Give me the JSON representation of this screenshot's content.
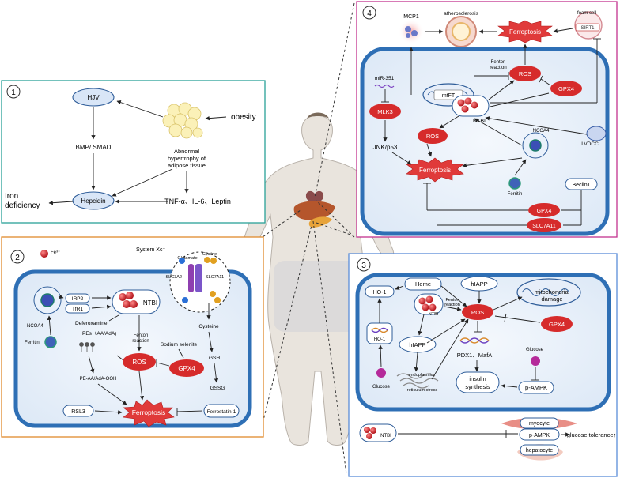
{
  "panel1": {
    "number": "1",
    "hjv": "HJV",
    "bmp_smad": "BMP/ SMAD",
    "obesity": "obesity",
    "adipose_line1": "Abnormal",
    "adipose_line2": "hypertrophy of",
    "adipose_line3": "adipose tissue",
    "hepcidin": "Hepcidin",
    "tnf": "TNF-α、IL-6、Leptin",
    "iron_line1": "Iron",
    "iron_line2": "deficiency"
  },
  "panel2": {
    "number": "2",
    "fe_legend": "Fe³⁺",
    "system_xc": "System Xc⁻",
    "glutamate": "Glutamate",
    "cystine": "Cystine",
    "slc3a2": "SLC3A2",
    "slc7a11": "SLC7A11",
    "irp2": "IRP2",
    "tfr1": "TfR1",
    "ntbi": "NTBI",
    "deferoxamine": "Deferoxamine",
    "ncoa4": "NCOA4",
    "ferritin": "Ferritin",
    "pes": "PEs（AA/AdA)",
    "fenton_line1": "Fenton",
    "fenton_line2": "reaction",
    "cysteine": "Cysteine",
    "sodium_selenite": "Sodium selenite",
    "gsh": "GSH",
    "ros": "ROS",
    "gpx4": "GPX4",
    "pe_oh": "PE-AA/AdA-OOH",
    "gssg": "GSSG",
    "rsl3": "RSL3",
    "ferroptosis": "Ferroptosis",
    "ferrostatin": "Ferrostatin-1"
  },
  "panel3": {
    "number": "3",
    "heme": "Heme",
    "hiapp_top": "hIAPP",
    "ho1_box": "HO-1",
    "ho1_label": "HO-1",
    "ntbi": "NTBI",
    "fenton_line1": "Fenton",
    "fenton_line2": "reaction",
    "ros": "ROS",
    "mito_line1": "mitochondrial",
    "mito_line2": "damage",
    "gpx4": "GPX4",
    "hiapp_mid": "hIAPP",
    "pdx1": "PDX1、MafA",
    "glucose_right": "Glucose",
    "glucose_left": "Glucose",
    "er_line1": "endoplasmic",
    "er_line2": "reticulum stress",
    "insulin_line1": "insulin",
    "insulin_line2": "synthesis",
    "pampk_cell": "p-AMPK",
    "myocyte": "myocyte",
    "ntbi_bottom": "NTBI",
    "pampk_bottom": "p-AMPK",
    "glucose_tolerance": "glucose tolerance↑",
    "hepatocyte": "hepatocyte"
  },
  "panel4": {
    "number": "4",
    "mcp1": "MCP1",
    "atherosclerosis": "atherosclerosis",
    "ferroptosis_top": "Ferroptosis",
    "foam_line1": "foam cell",
    "sirt1": "SIRT1",
    "fenton_line1": "Fenton",
    "fenton_line2": "reaction",
    "mtft": "mtFT",
    "ros_top": "ROS",
    "mir351": "miR-351",
    "gpx4_top": "GPX4",
    "ntbi": "NTBI",
    "mlk3": "MLK3",
    "ros_mid": "ROS",
    "jnk": "JNK/p53",
    "ncoa4": "NCOA4",
    "lvdcc": "LVDCC",
    "ferroptosis": "Ferroptosis",
    "ferritin": "Ferritin",
    "beclin1": "Beclin1",
    "gpx4_bottom": "GPX4",
    "slc7a11": "SLC7A11"
  }
}
